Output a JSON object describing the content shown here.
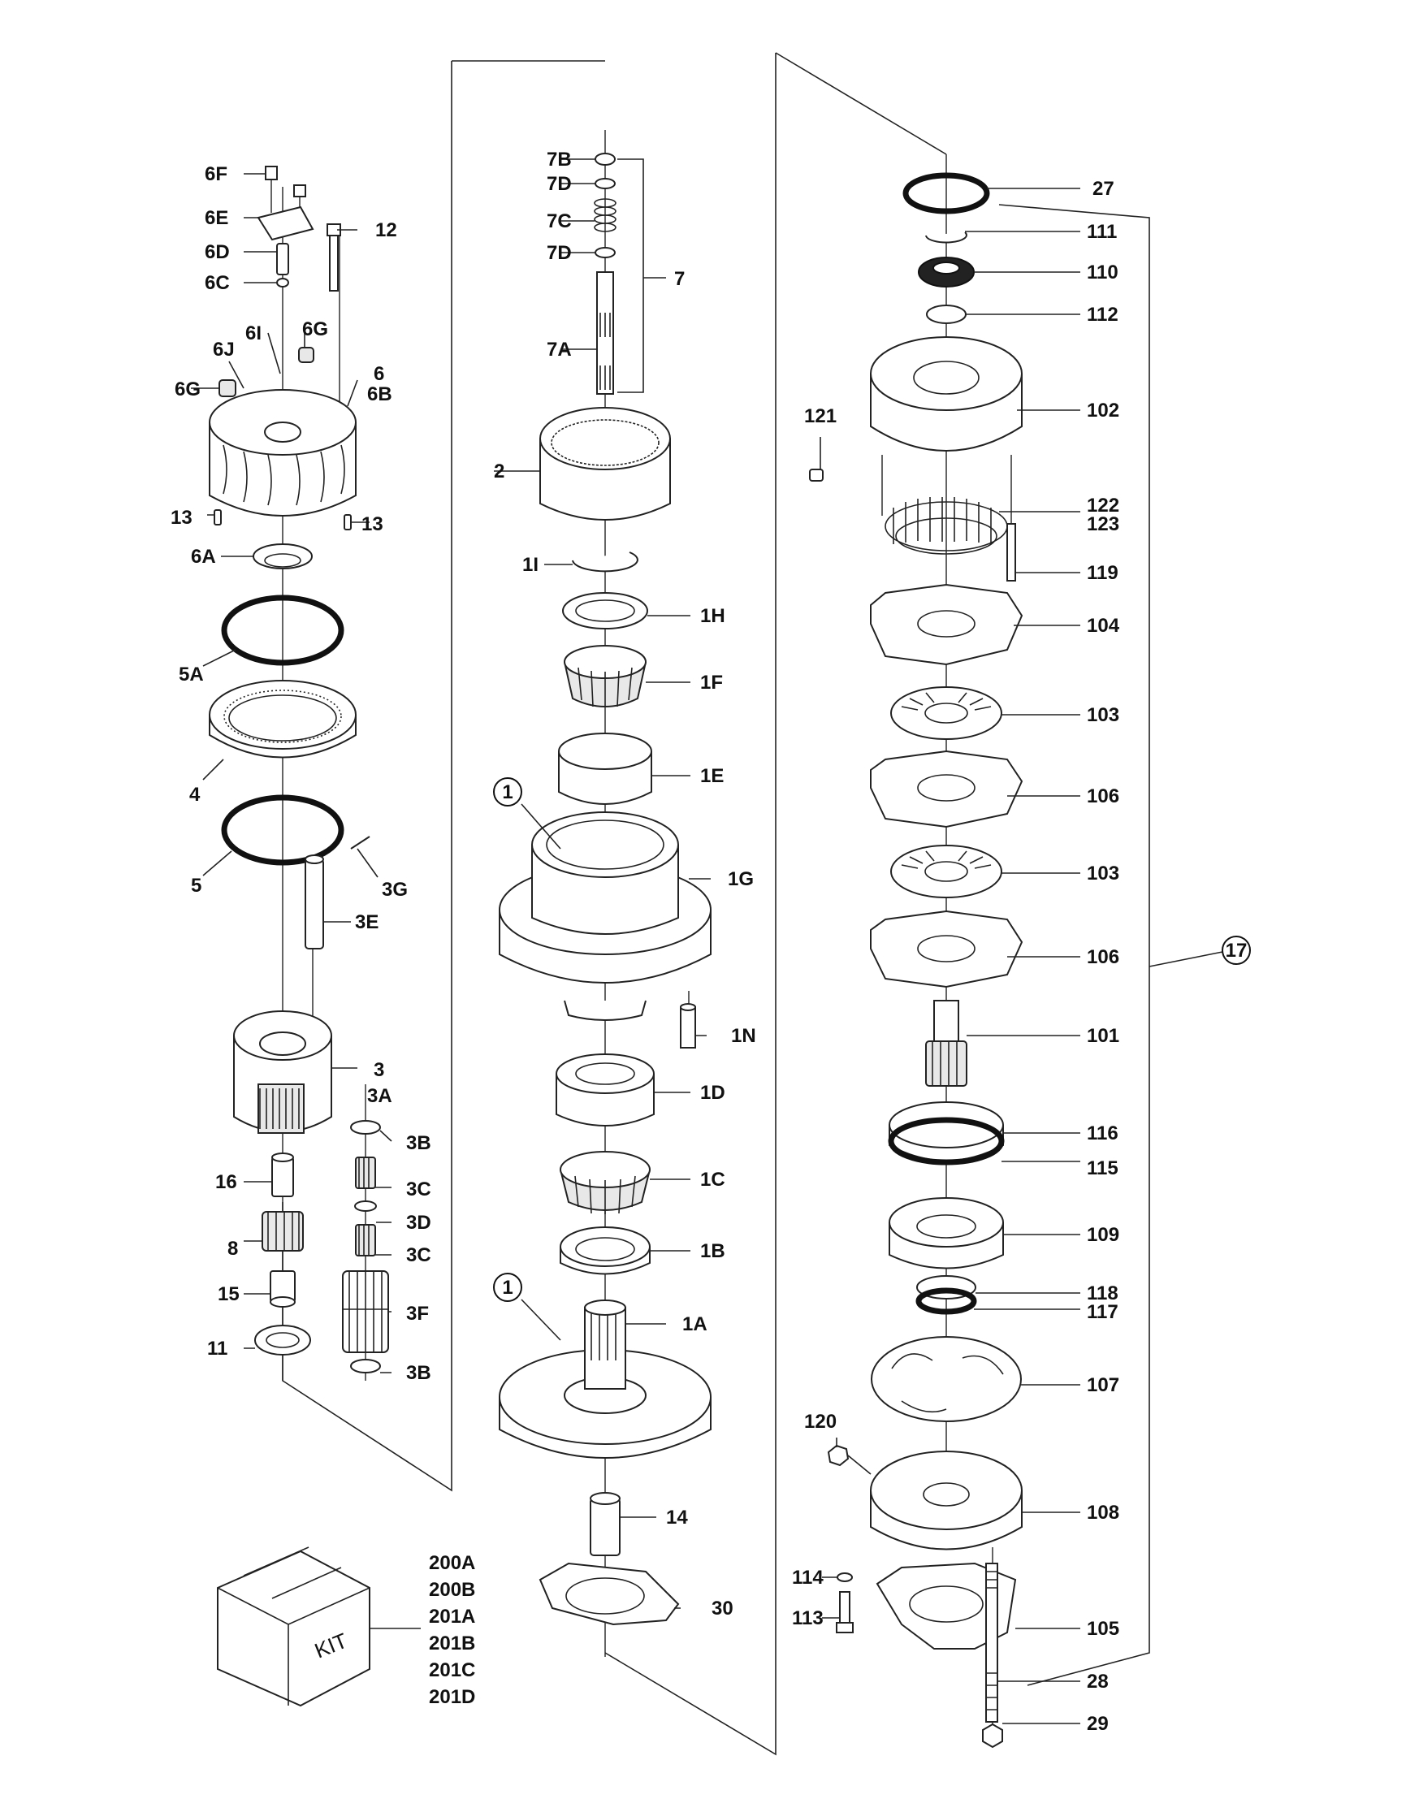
{
  "callouts": [
    {
      "id": "6F",
      "label": "6F"
    },
    {
      "id": "6E",
      "label": "6E"
    },
    {
      "id": "6D",
      "label": "6D"
    },
    {
      "id": "6C",
      "label": "6C"
    },
    {
      "id": "12",
      "label": "12"
    },
    {
      "id": "6I",
      "label": "6I"
    },
    {
      "id": "6G_a",
      "label": "6G"
    },
    {
      "id": "6J",
      "label": "6J"
    },
    {
      "id": "6",
      "label": "6"
    },
    {
      "id": "6B",
      "label": "6B"
    },
    {
      "id": "6G_b",
      "label": "6G"
    },
    {
      "id": "13_a",
      "label": "13"
    },
    {
      "id": "13_b",
      "label": "13"
    },
    {
      "id": "6A",
      "label": "6A"
    },
    {
      "id": "5A",
      "label": "5A"
    },
    {
      "id": "4",
      "label": "4"
    },
    {
      "id": "5",
      "label": "5"
    },
    {
      "id": "3G",
      "label": "3G"
    },
    {
      "id": "3E",
      "label": "3E"
    },
    {
      "id": "3",
      "label": "3"
    },
    {
      "id": "3A",
      "label": "3A"
    },
    {
      "id": "3B_a",
      "label": "3B"
    },
    {
      "id": "16",
      "label": "16"
    },
    {
      "id": "3C_a",
      "label": "3C"
    },
    {
      "id": "3D",
      "label": "3D"
    },
    {
      "id": "8",
      "label": "8"
    },
    {
      "id": "3C_b",
      "label": "3C"
    },
    {
      "id": "15",
      "label": "15"
    },
    {
      "id": "3F",
      "label": "3F"
    },
    {
      "id": "11",
      "label": "11"
    },
    {
      "id": "3B_b",
      "label": "3B"
    },
    {
      "id": "7B",
      "label": "7B"
    },
    {
      "id": "7D_a",
      "label": "7D"
    },
    {
      "id": "7C",
      "label": "7C"
    },
    {
      "id": "7D_b",
      "label": "7D"
    },
    {
      "id": "7",
      "label": "7"
    },
    {
      "id": "7A",
      "label": "7A"
    },
    {
      "id": "2",
      "label": "2"
    },
    {
      "id": "1I",
      "label": "1I"
    },
    {
      "id": "1H",
      "label": "1H"
    },
    {
      "id": "1F",
      "label": "1F"
    },
    {
      "id": "1E",
      "label": "1E"
    },
    {
      "id": "1G",
      "label": "1G"
    },
    {
      "id": "1N",
      "label": "1N"
    },
    {
      "id": "1D",
      "label": "1D"
    },
    {
      "id": "1C",
      "label": "1C"
    },
    {
      "id": "1B",
      "label": "1B"
    },
    {
      "id": "1A",
      "label": "1A"
    },
    {
      "id": "14",
      "label": "14"
    },
    {
      "id": "30",
      "label": "30"
    },
    {
      "id": "27",
      "label": "27"
    },
    {
      "id": "111",
      "label": "111"
    },
    {
      "id": "110",
      "label": "110"
    },
    {
      "id": "112",
      "label": "112"
    },
    {
      "id": "121",
      "label": "121"
    },
    {
      "id": "102",
      "label": "102"
    },
    {
      "id": "122",
      "label": "122"
    },
    {
      "id": "123",
      "label": "123"
    },
    {
      "id": "119",
      "label": "119"
    },
    {
      "id": "104",
      "label": "104"
    },
    {
      "id": "103_a",
      "label": "103"
    },
    {
      "id": "106_a",
      "label": "106"
    },
    {
      "id": "103_b",
      "label": "103"
    },
    {
      "id": "106_b",
      "label": "106"
    },
    {
      "id": "101",
      "label": "101"
    },
    {
      "id": "116",
      "label": "116"
    },
    {
      "id": "115",
      "label": "115"
    },
    {
      "id": "109",
      "label": "109"
    },
    {
      "id": "118",
      "label": "118"
    },
    {
      "id": "117",
      "label": "117"
    },
    {
      "id": "107",
      "label": "107"
    },
    {
      "id": "120",
      "label": "120"
    },
    {
      "id": "108",
      "label": "108"
    },
    {
      "id": "114",
      "label": "114"
    },
    {
      "id": "113",
      "label": "113"
    },
    {
      "id": "105",
      "label": "105"
    },
    {
      "id": "28",
      "label": "28"
    },
    {
      "id": "29",
      "label": "29"
    }
  ],
  "circled": [
    {
      "id": "c1_a",
      "label": "1"
    },
    {
      "id": "c1_b",
      "label": "1"
    },
    {
      "id": "c17",
      "label": "17"
    }
  ],
  "kit": {
    "box_text": "KIT",
    "codes": [
      "200A",
      "200B",
      "201A",
      "201B",
      "201C",
      "201D"
    ]
  }
}
